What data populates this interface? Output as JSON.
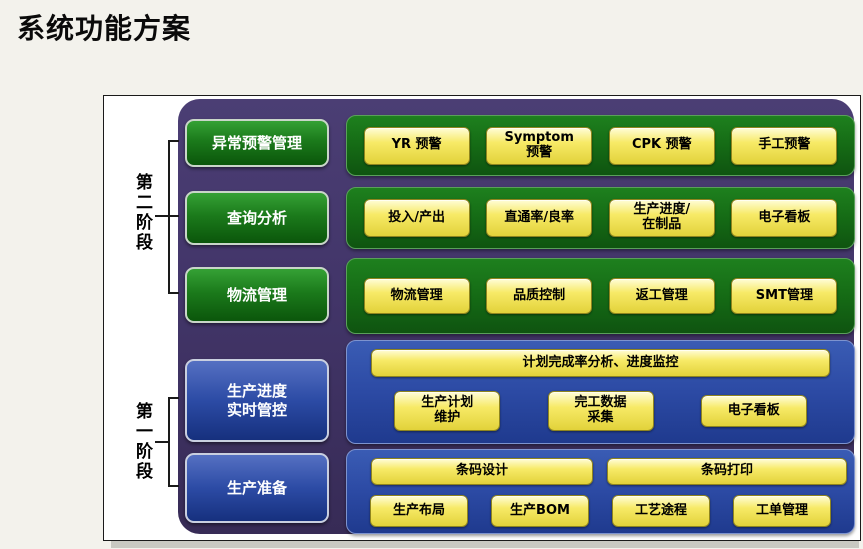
{
  "title": "系统功能方案",
  "phases": {
    "phase2": "第二阶段",
    "phase1": "第一阶段"
  },
  "categories": {
    "c1": "异常预警管理",
    "c2": "查询分析",
    "c3": "物流管理",
    "c4": "生产进度\n实时管控",
    "c5": "生产准备"
  },
  "row1": {
    "b1": "YR 预警",
    "b2": "Symptom\n预警",
    "b3": "CPK 预警",
    "b4": "手工预警"
  },
  "row2": {
    "b1": "投入/产出",
    "b2": "直通率/良率",
    "b3": "生产进度/\n在制品",
    "b4": "电子看板"
  },
  "row3": {
    "b1": "物流管理",
    "b2": "品质控制",
    "b3": "返工管理",
    "b4": "SMT管理"
  },
  "row4": {
    "bar": "计划完成率分析、进度监控",
    "b1": "生产计划\n维护",
    "b2": "完工数据\n采集",
    "b3": "电子看板"
  },
  "row5": {
    "bar1": "条码设计",
    "bar2": "条码打印",
    "b1": "生产布局",
    "b2": "生产BOM",
    "b3": "工艺途程",
    "b4": "工单管理"
  },
  "colors": {
    "background": "#f3f2ec",
    "panel_purple": "#43366a",
    "category_green": "#1b7a1b",
    "category_blue": "#2c4ba5",
    "node_yellow": "#f2e24a"
  }
}
